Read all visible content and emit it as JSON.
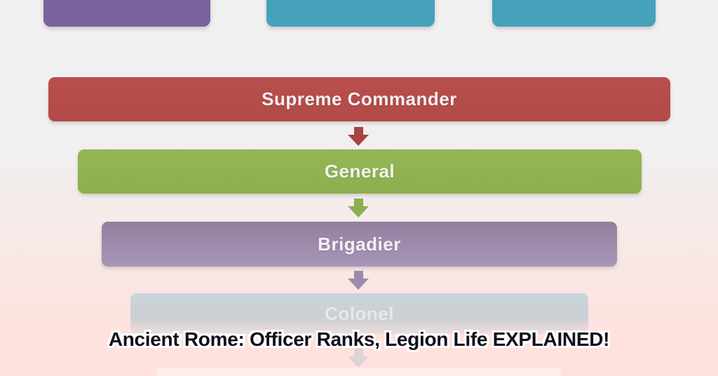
{
  "page": {
    "caption": "Ancient Rome: Officer Ranks, Legion Life EXPLAINED!"
  },
  "diagram": {
    "top_row": [
      {
        "name": "purple-box",
        "color": "#7a639c"
      },
      {
        "name": "teal-box-1",
        "color": "#46a2ba"
      },
      {
        "name": "teal-box-2",
        "color": "#46a2ba"
      }
    ],
    "ranks": [
      {
        "label": "Supreme Commander",
        "color": "#b54c49",
        "arrow_color": "#a84341",
        "faded": false
      },
      {
        "label": "General",
        "color": "#92b351",
        "arrow_color": "#8caf4f",
        "faded": false
      },
      {
        "label": "Brigadier",
        "color": "#9a86ae",
        "arrow_color": "#9d89ae",
        "faded": false
      },
      {
        "label": "Colonel",
        "color": "#c4d3da",
        "arrow_color": "#bfc8ce",
        "faded": true
      }
    ]
  },
  "colors": {
    "background_top": "#f1f0f1",
    "background_bottom": "#ffe1dd",
    "bar_text": "#f4f1f3",
    "caption_text": "#11101d",
    "caption_outline": "#ffffff"
  }
}
